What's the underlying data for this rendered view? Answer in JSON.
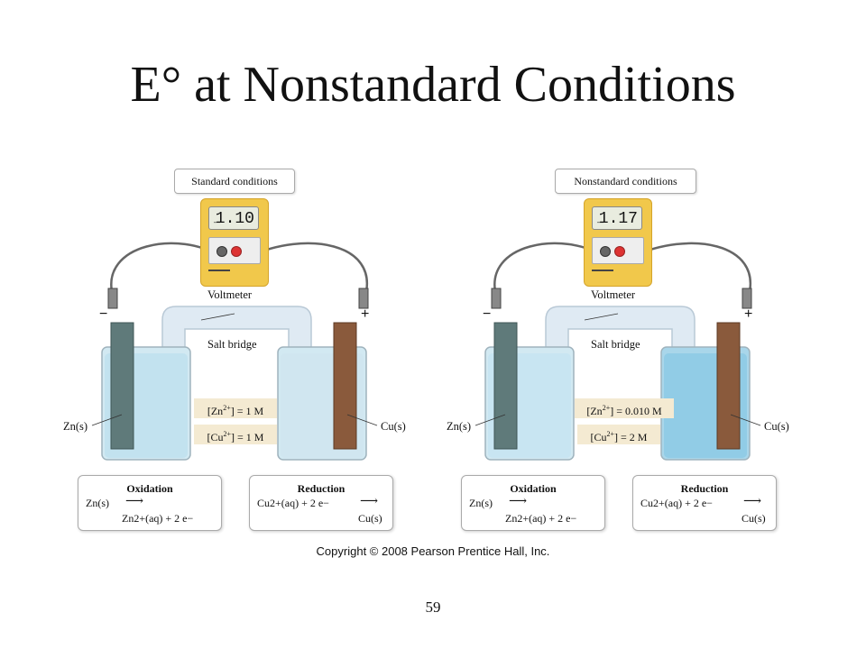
{
  "slide": {
    "title": "E° at Nonstandard Conditions",
    "copyright": "Copyright © 2008 Pearson Prentice Hall, Inc.",
    "page_number": "59"
  },
  "cells": [
    {
      "condition": "Standard conditions",
      "voltage": "1.10",
      "voltmeter_label": "Voltmeter",
      "salt_bridge_label": "Salt bridge",
      "anode_label": "Zn(s)",
      "cathode_label": "Cu(s)",
      "minus_sign": "−",
      "plus_sign": "+",
      "zn_conc": "1 M",
      "cu_conc": "1 M",
      "oxidation": {
        "title": "Oxidation",
        "reactant": "Zn(s)",
        "product": "Zn2+(aq) + 2 e−"
      },
      "reduction": {
        "title": "Reduction",
        "reactant": "Cu2+(aq) + 2 e−",
        "product": "Cu(s)"
      }
    },
    {
      "condition": "Nonstandard conditions",
      "voltage": "1.17",
      "voltmeter_label": "Voltmeter",
      "salt_bridge_label": "Salt bridge",
      "anode_label": "Zn(s)",
      "cathode_label": "Cu(s)",
      "minus_sign": "−",
      "plus_sign": "+",
      "zn_conc": "0.010 M",
      "cu_conc": "2 M",
      "oxidation": {
        "title": "Oxidation",
        "reactant": "Zn(s)",
        "product": "Zn2+(aq) + 2 e−"
      },
      "reduction": {
        "title": "Reduction",
        "reactant": "Cu2+(aq) + 2 e−",
        "product": "Cu(s)"
      }
    }
  ],
  "colors": {
    "voltmeter": "#f1c84b",
    "zinc_electrode": "#5f7a7a",
    "copper_electrode": "#8a5a3c",
    "solution_standard": "#cfe6f0",
    "solution_concentrated_cu": "#8fcbe6",
    "label_bg": "#f4ead2"
  }
}
